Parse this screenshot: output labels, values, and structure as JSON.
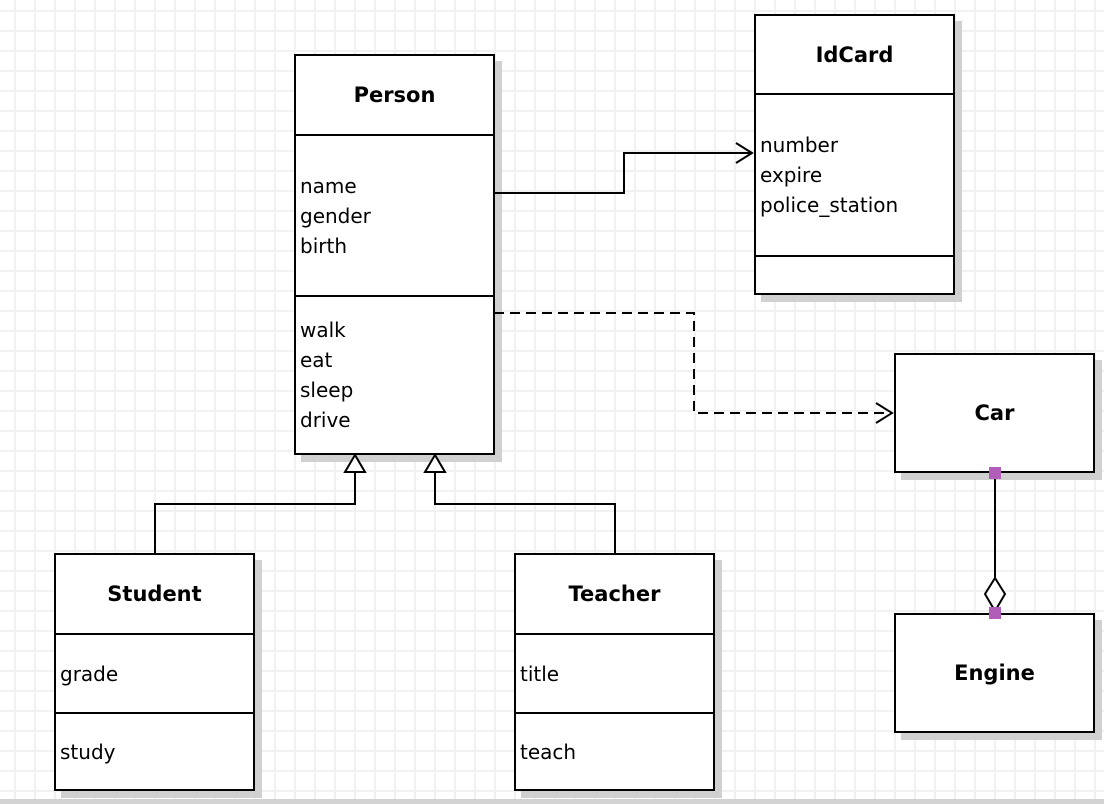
{
  "diagram": {
    "kind": "uml-class-diagram",
    "classes": {
      "person": {
        "name": "Person",
        "attributes": [
          "name",
          "gender",
          "birth"
        ],
        "methods": [
          "walk",
          "eat",
          "sleep",
          "drive"
        ]
      },
      "idcard": {
        "name": "IdCard",
        "attributes": [
          "number",
          "expire",
          "police_station"
        ],
        "methods": []
      },
      "student": {
        "name": "Student",
        "attributes": [
          "grade"
        ],
        "methods": [
          "study"
        ]
      },
      "teacher": {
        "name": "Teacher",
        "attributes": [
          "title"
        ],
        "methods": [
          "teach"
        ]
      },
      "car": {
        "name": "Car",
        "attributes": [],
        "methods": []
      },
      "engine": {
        "name": "Engine",
        "attributes": [],
        "methods": []
      }
    },
    "relationships": [
      {
        "from": "Person",
        "to": "IdCard",
        "type": "association",
        "line": "solid",
        "arrow": "open-arrow"
      },
      {
        "from": "Person",
        "to": "Car",
        "type": "dependency",
        "line": "dashed",
        "arrow": "open-arrow"
      },
      {
        "from": "Student",
        "to": "Person",
        "type": "generalization",
        "line": "solid",
        "arrow": "hollow-triangle"
      },
      {
        "from": "Teacher",
        "to": "Person",
        "type": "generalization",
        "line": "solid",
        "arrow": "hollow-triangle"
      },
      {
        "from": "Car",
        "to": "Engine",
        "type": "aggregation",
        "line": "solid",
        "arrow": "hollow-diamond"
      }
    ],
    "colors": {
      "line": "#000000",
      "box_fill": "#ffffff",
      "shadow": "#d0d0d0",
      "grid": "#f1f1f1",
      "background": "#ffffff",
      "selection_handle": "#b15eb8",
      "canvas_edge": "#d2d2d2"
    }
  }
}
